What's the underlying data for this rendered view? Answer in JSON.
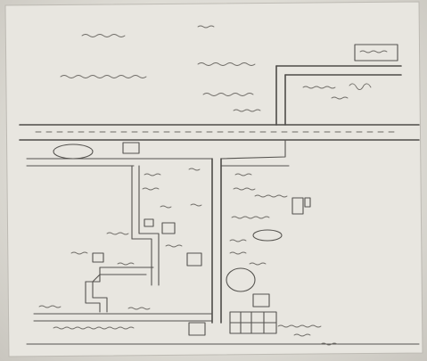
{
  "map": {
    "title": "",
    "labels": [],
    "paper_color": "#e6e4de",
    "ink_color": "#55534f",
    "features": {
      "main_road": "horizontal-road",
      "side_roads": [
        "vertical-road-center",
        "vertical-road-right-top",
        "vertical-road-left"
      ],
      "buildings": [
        "top-right-building",
        "right-middle-building",
        "bottom-right-building",
        "small-structures"
      ],
      "ponds": [
        "left-pond",
        "right-pond",
        "lower-right-pond"
      ]
    }
  }
}
